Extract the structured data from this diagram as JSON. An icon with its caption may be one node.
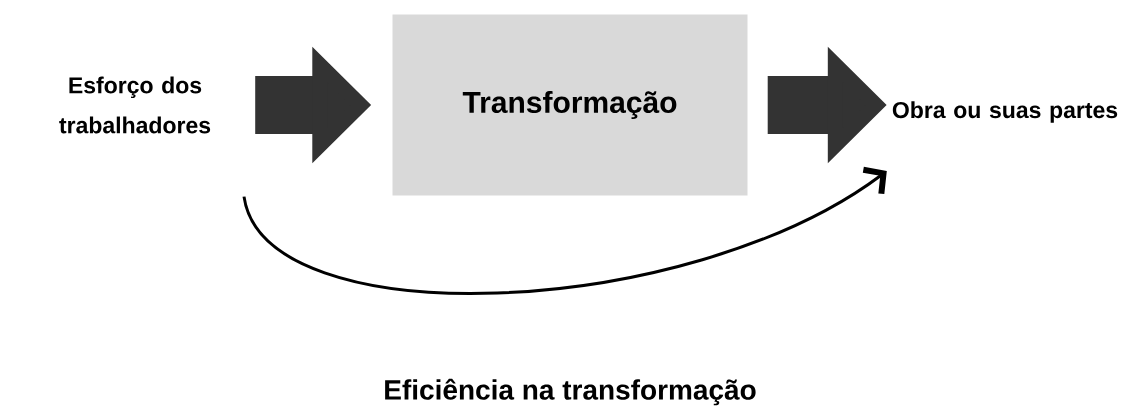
{
  "diagram": {
    "nodes": [
      {
        "text": [
          "Esforço dos trabalhadores"
        ]
      },
      {
        "text": [
          "Transformação"
        ]
      },
      {
        "text": [
          "Obra ou suas partes"
        ]
      }
    ],
    "edges": [
      {
        "from": 0,
        "to": 1,
        "arrow": "to"
      },
      {
        "from": 1,
        "to": 2,
        "arrow": "to"
      },
      {
        "from": 0,
        "to": 2,
        "arrow": "to",
        "label": "Eficiência na transformação"
      }
    ]
  }
}
